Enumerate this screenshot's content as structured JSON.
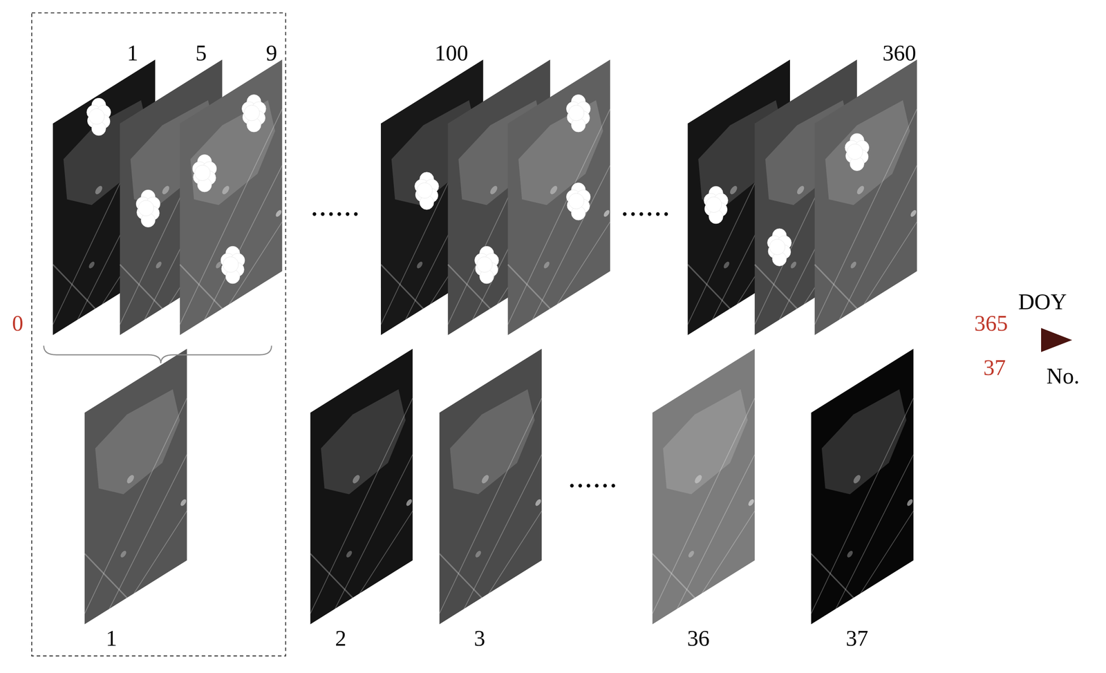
{
  "diagram": {
    "labels": [
      "1",
      "5",
      "9",
      "100",
      "360",
      "......",
      "......",
      "0",
      "DOY",
      "365",
      "37",
      "No.",
      "1",
      "2",
      "3",
      "......",
      "36",
      "37"
    ]
  }
}
